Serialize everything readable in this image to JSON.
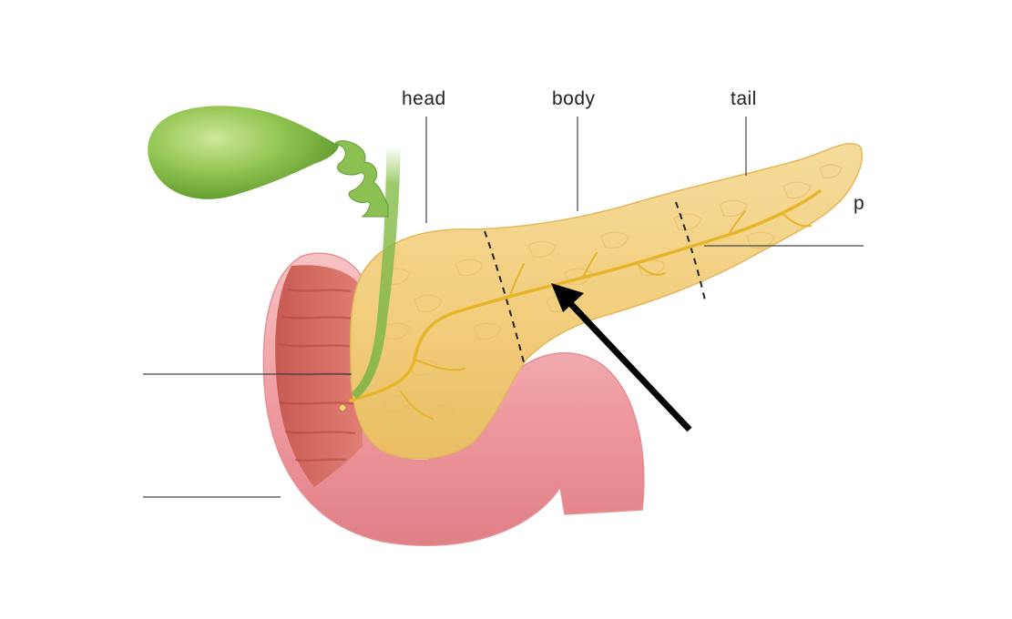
{
  "labels": {
    "head": "head",
    "body": "body",
    "tail": "tail",
    "partial": "p"
  },
  "colors": {
    "gallbladder": "#79b33f",
    "duct_green": "#8cc052",
    "pancreas": "#f3cf7f",
    "pancreatic_duct": "#e9bb2c",
    "duodenum_outer": "#f0a3a7",
    "duodenum_inner": "#d26a60",
    "leader_lines": "#444444",
    "arrow": "#000000"
  }
}
